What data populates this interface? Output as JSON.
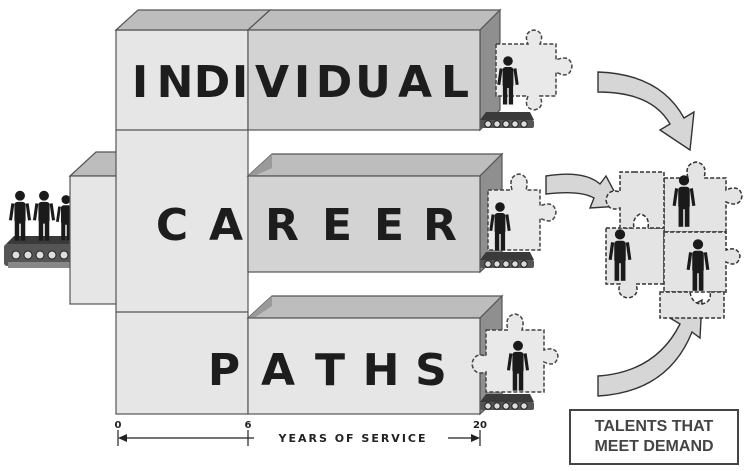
{
  "words": {
    "individual": [
      "I",
      "N",
      "D",
      "I",
      "V",
      "I",
      "D",
      "U",
      "A",
      "L"
    ],
    "career": [
      "C",
      "A",
      "R",
      "E",
      "E",
      "R"
    ],
    "paths": [
      "P",
      "A",
      "T",
      "H",
      "S"
    ]
  },
  "axis": {
    "ticks": [
      "0",
      "6",
      "20"
    ],
    "label": "YEARS OF SERVICE"
  },
  "outcome": {
    "line1": "TALENTS THAT",
    "line2": "MEET DEMAND"
  },
  "colors": {
    "box_front": "#e6e6e6",
    "box_shade": "#d3d3d3",
    "box_top": "#bdbdbd",
    "box_side": "#8f8f8f",
    "outline": "#555555",
    "text": "#1d1d1d",
    "belt": "#3a3a3a"
  }
}
